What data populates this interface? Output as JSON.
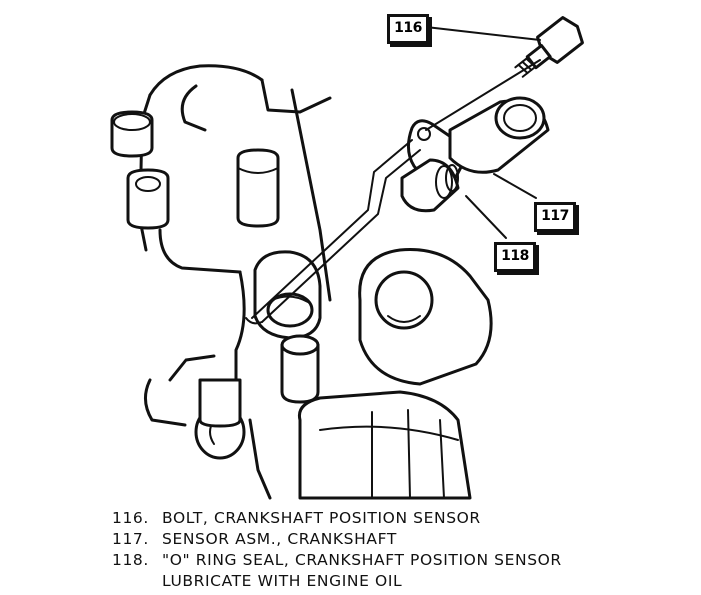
{
  "callouts": {
    "bolt": "116",
    "sensor": "117",
    "oring": "118"
  },
  "legend": [
    {
      "number": "116.",
      "text": "BOLT, CRANKSHAFT POSITION SENSOR"
    },
    {
      "number": "117.",
      "text": "SENSOR ASM., CRANKSHAFT"
    },
    {
      "number": "118.",
      "text": "\"O\" RING SEAL, CRANKSHAFT POSITION SENSOR"
    }
  ],
  "legend_note": "LUBRICATE WITH ENGINE OIL"
}
